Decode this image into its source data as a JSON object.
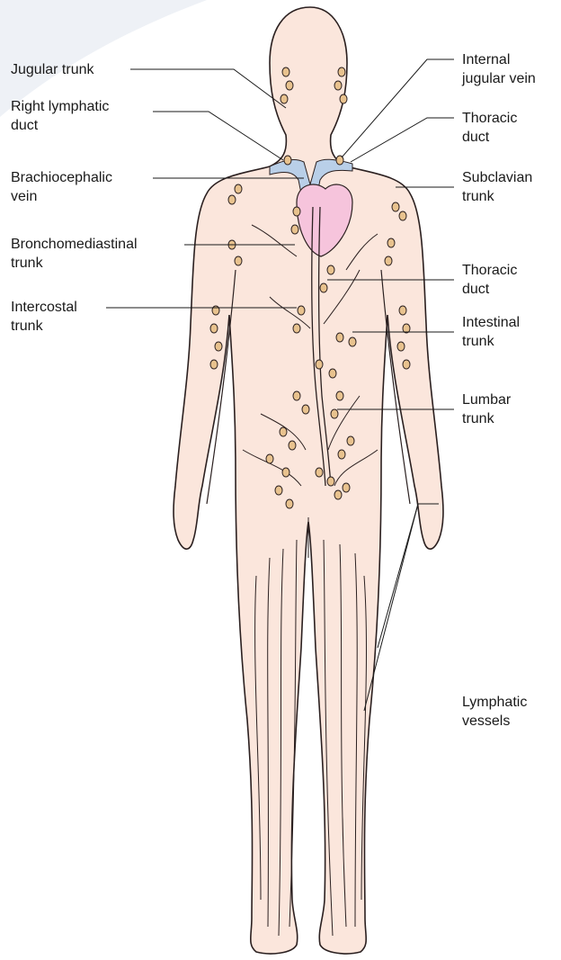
{
  "colors": {
    "skin": "#fbe6dc",
    "outline": "#2b2020",
    "node_fill": "#e8c28e",
    "vein": "#b9cfe8",
    "heart": "#f6c4dc",
    "leader": "#1a1a1a",
    "swoosh": "#e6ebf2"
  },
  "labels": {
    "jugular_trunk": [
      "Jugular trunk"
    ],
    "right_lymphatic_duct": [
      "Right lymphatic",
      "duct"
    ],
    "brachiocephalic_vein": [
      "Brachiocephalic",
      "vein"
    ],
    "bronchomediastinal_trunk": [
      "Bronchomediastinal",
      "trunk"
    ],
    "intercostal_trunk": [
      "Intercostal",
      "trunk"
    ],
    "internal_jugular_vein": [
      "Internal",
      "jugular vein"
    ],
    "thoracic_duct_top": [
      "Thoracic",
      "duct"
    ],
    "subclavian_trunk": [
      "Subclavian",
      "trunk"
    ],
    "thoracic_duct_mid": [
      "Thoracic",
      "duct"
    ],
    "intestinal_trunk": [
      "Intestinal",
      "trunk"
    ],
    "lumbar_trunk": [
      "Lumbar",
      "trunk"
    ],
    "lymphatic_vessels": [
      "Lymphatic",
      "vessels"
    ]
  }
}
